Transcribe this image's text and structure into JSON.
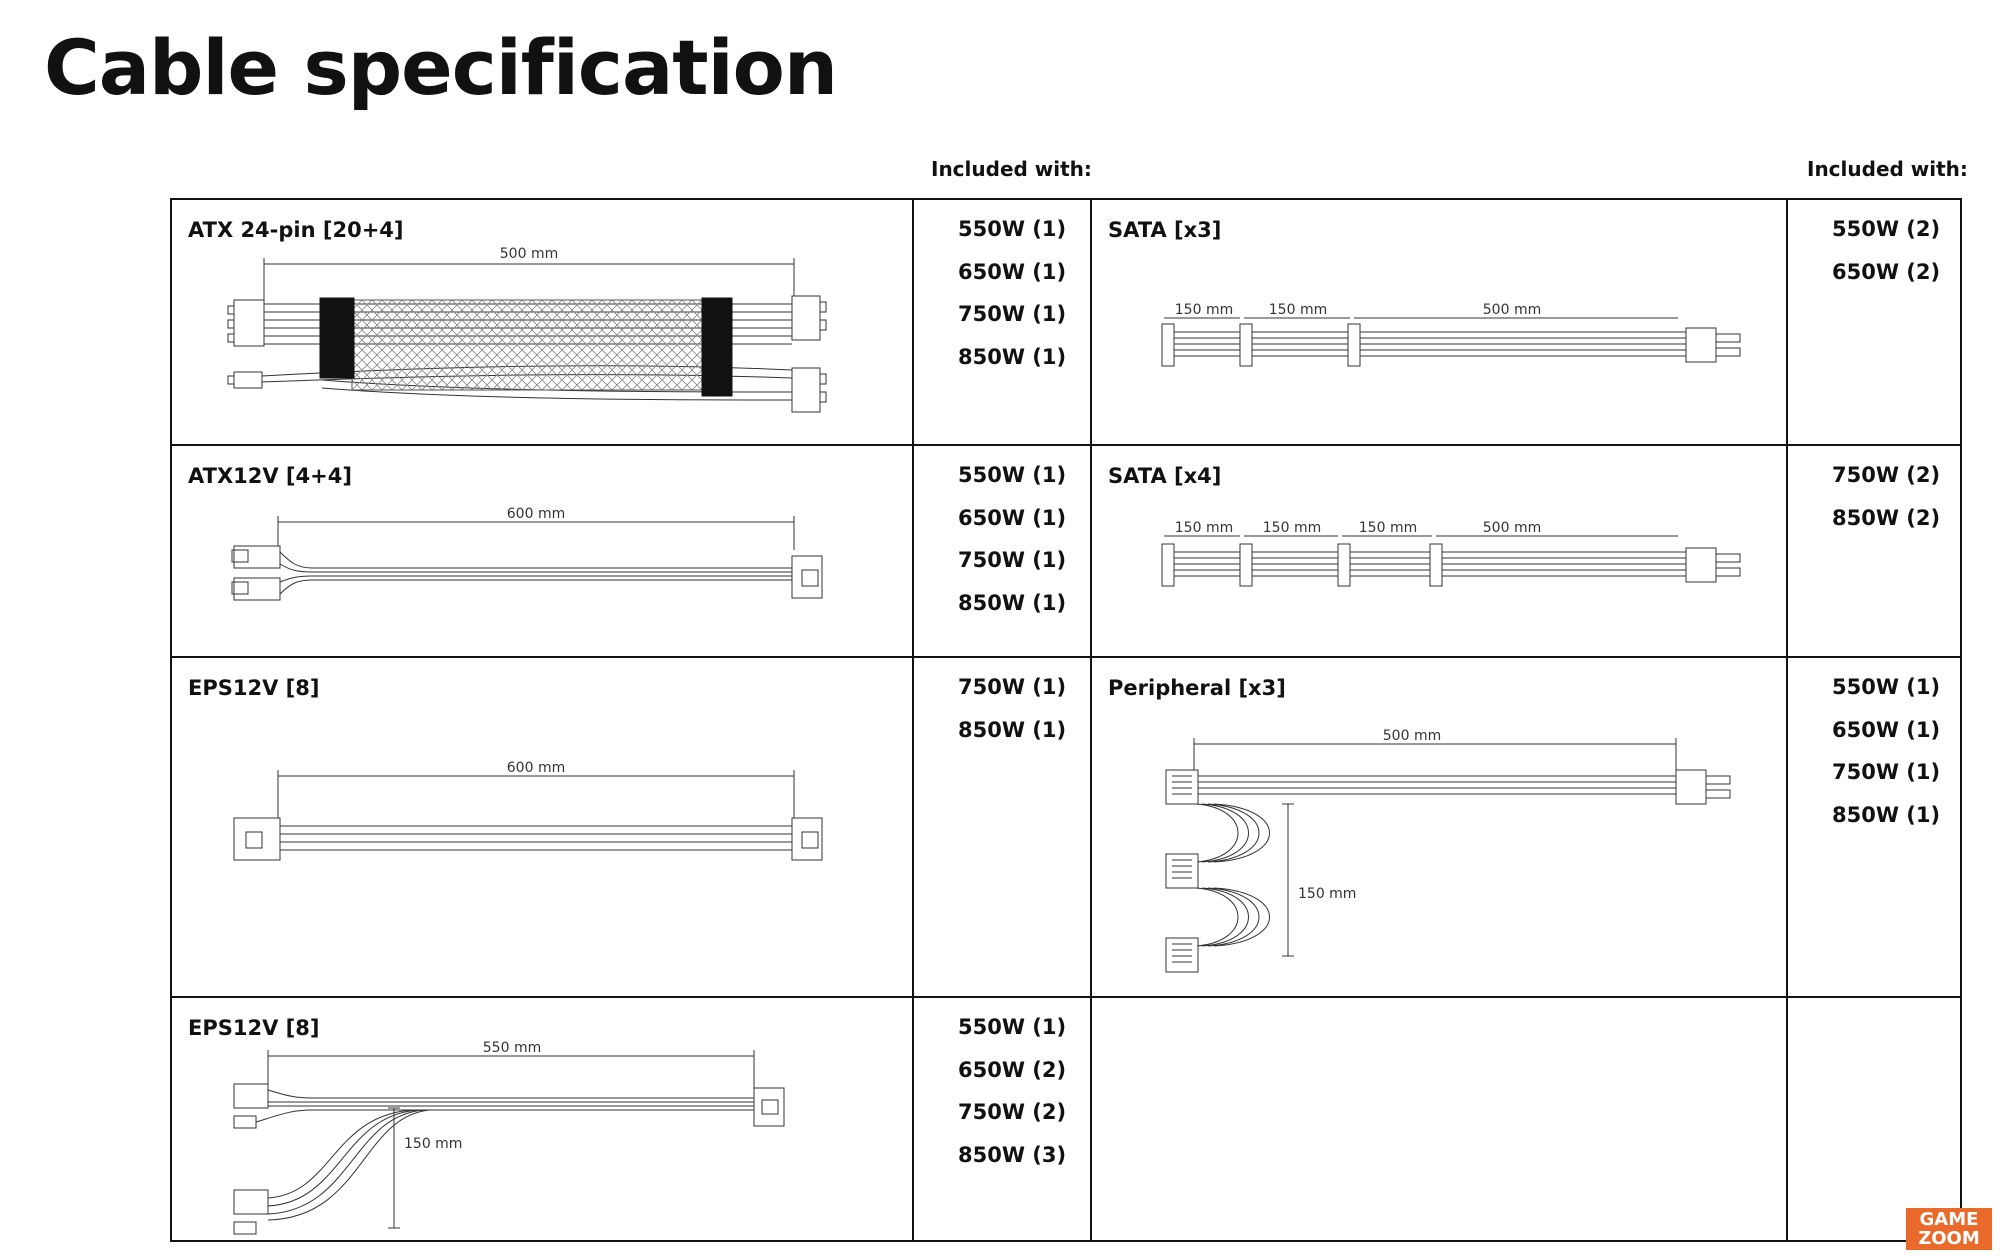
{
  "page": {
    "title": "Cable specification"
  },
  "header": {
    "included_left": "Included with:",
    "included_right": "Included with:"
  },
  "rows": [
    {
      "left": {
        "name": "ATX 24-pin [20+4]",
        "dims": [
          "500 mm"
        ],
        "included": [
          "550W (1)",
          "650W (1)",
          "750W (1)",
          "850W (1)"
        ]
      },
      "right": {
        "name": "SATA [x3]",
        "dims": [
          "150 mm",
          "150 mm",
          "500 mm"
        ],
        "included": [
          "550W (2)",
          "650W (2)"
        ]
      }
    },
    {
      "left": {
        "name": "ATX12V [4+4]",
        "dims": [
          "600 mm"
        ],
        "included": [
          "550W (1)",
          "650W (1)",
          "750W (1)",
          "850W (1)"
        ]
      },
      "right": {
        "name": "SATA [x4]",
        "dims": [
          "150 mm",
          "150 mm",
          "150 mm",
          "500 mm"
        ],
        "included": [
          "750W (2)",
          "850W (2)"
        ]
      }
    },
    {
      "left": {
        "name": "EPS12V [8]",
        "dims": [
          "600 mm"
        ],
        "included": [
          "750W (1)",
          "850W (1)"
        ]
      },
      "right": {
        "name": "Peripheral [x3]",
        "dims": [
          "500 mm",
          "150 mm"
        ],
        "included": [
          "550W (1)",
          "650W (1)",
          "750W (1)",
          "850W (1)"
        ]
      }
    },
    {
      "left": {
        "name": "EPS12V [8]",
        "dims": [
          "550 mm",
          "150 mm"
        ],
        "included": [
          "550W (1)",
          "650W (2)",
          "750W (2)",
          "850W (3)"
        ]
      },
      "right": {
        "name": "",
        "dims": [],
        "included": []
      }
    }
  ],
  "logo": {
    "line1": "GAME",
    "line2": "ZOOM",
    "color": "#ea6a2b"
  }
}
